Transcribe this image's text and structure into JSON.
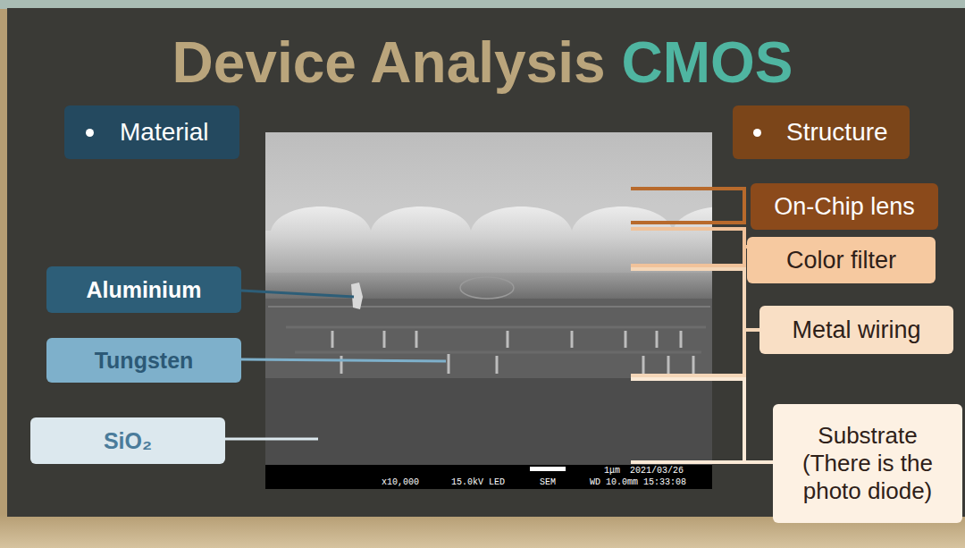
{
  "diagram": {
    "title": "Device Analysis",
    "nodes": [
      {
        "text": [
          "Material"
        ]
      },
      {
        "text": [
          "Structure"
        ]
      },
      {
        "text": [
          "Aluminium"
        ]
      },
      {
        "text": [
          "Tungsten"
        ]
      },
      {
        "text": [
          "SiO₂"
        ]
      },
      {
        "text": [
          "On-Chip lens"
        ]
      },
      {
        "text": [
          "Color filter"
        ]
      },
      {
        "text": [
          "Metal wiring"
        ]
      },
      {
        "text": [
          "Substrate (There is the photo diode)"
        ]
      }
    ],
    "labels": [
      "CMOS",
      "x10,000",
      "15.0kV LED",
      "SEM",
      "1μm",
      "2021/03/26",
      "WD 10.0mm 15:33:08"
    ]
  }
}
